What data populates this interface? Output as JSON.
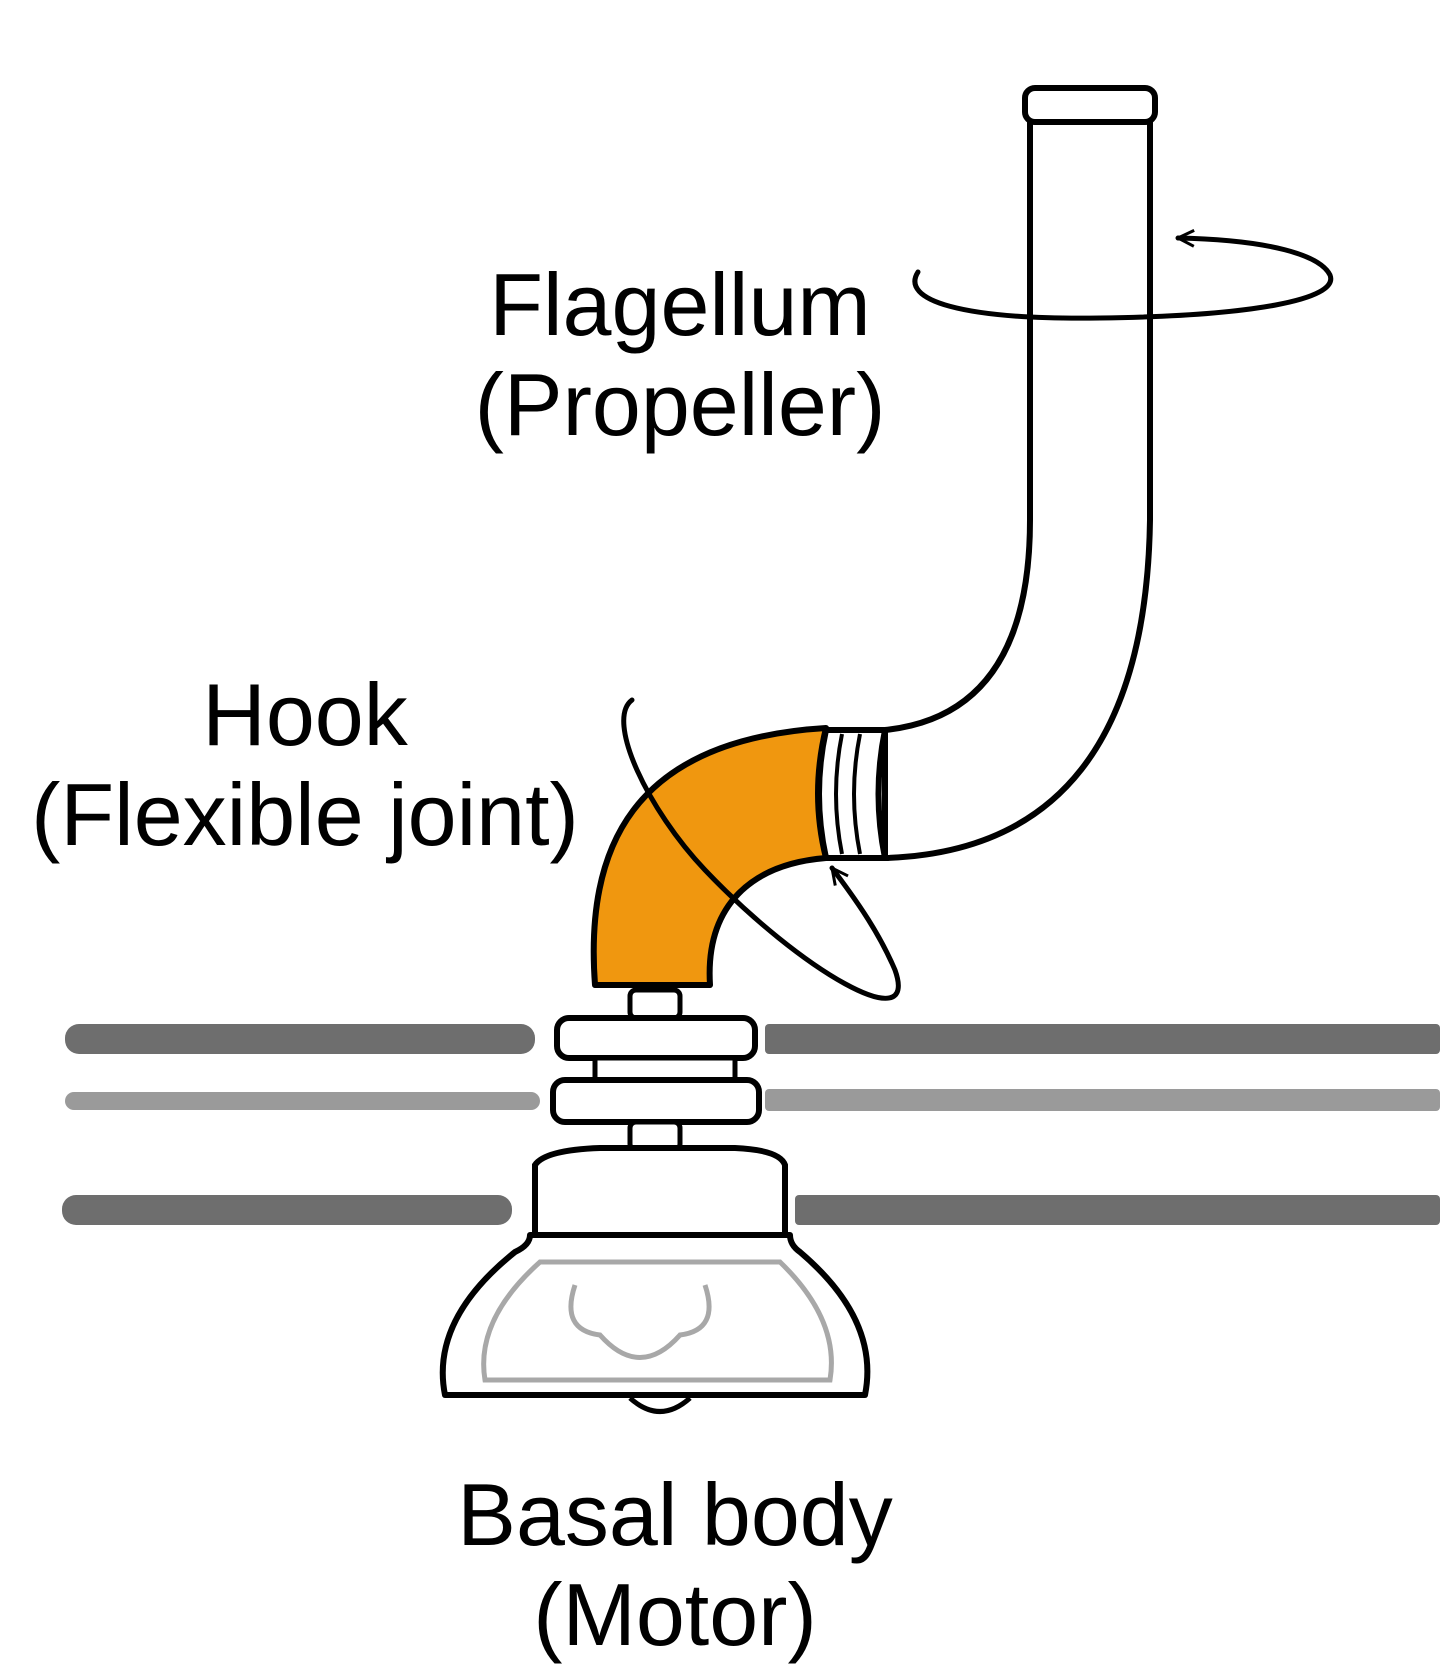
{
  "labels": {
    "flagellum": {
      "name": "Flagellum",
      "role": "(Propeller)"
    },
    "hook": {
      "name": "Hook",
      "role": "(Flexible joint)"
    },
    "basal_body": {
      "name": "Basal body",
      "role": "(Motor)"
    }
  },
  "colors": {
    "hook_fill": "#F0970F",
    "outline": "#000000",
    "membrane_dark": "#6e6e6e",
    "membrane_light": "#9a9a9a",
    "motor_inner": "#a8a8a8",
    "background": "#ffffff"
  },
  "arrows": [
    "rotation-arrow-flagellum",
    "rotation-arrow-hook"
  ]
}
